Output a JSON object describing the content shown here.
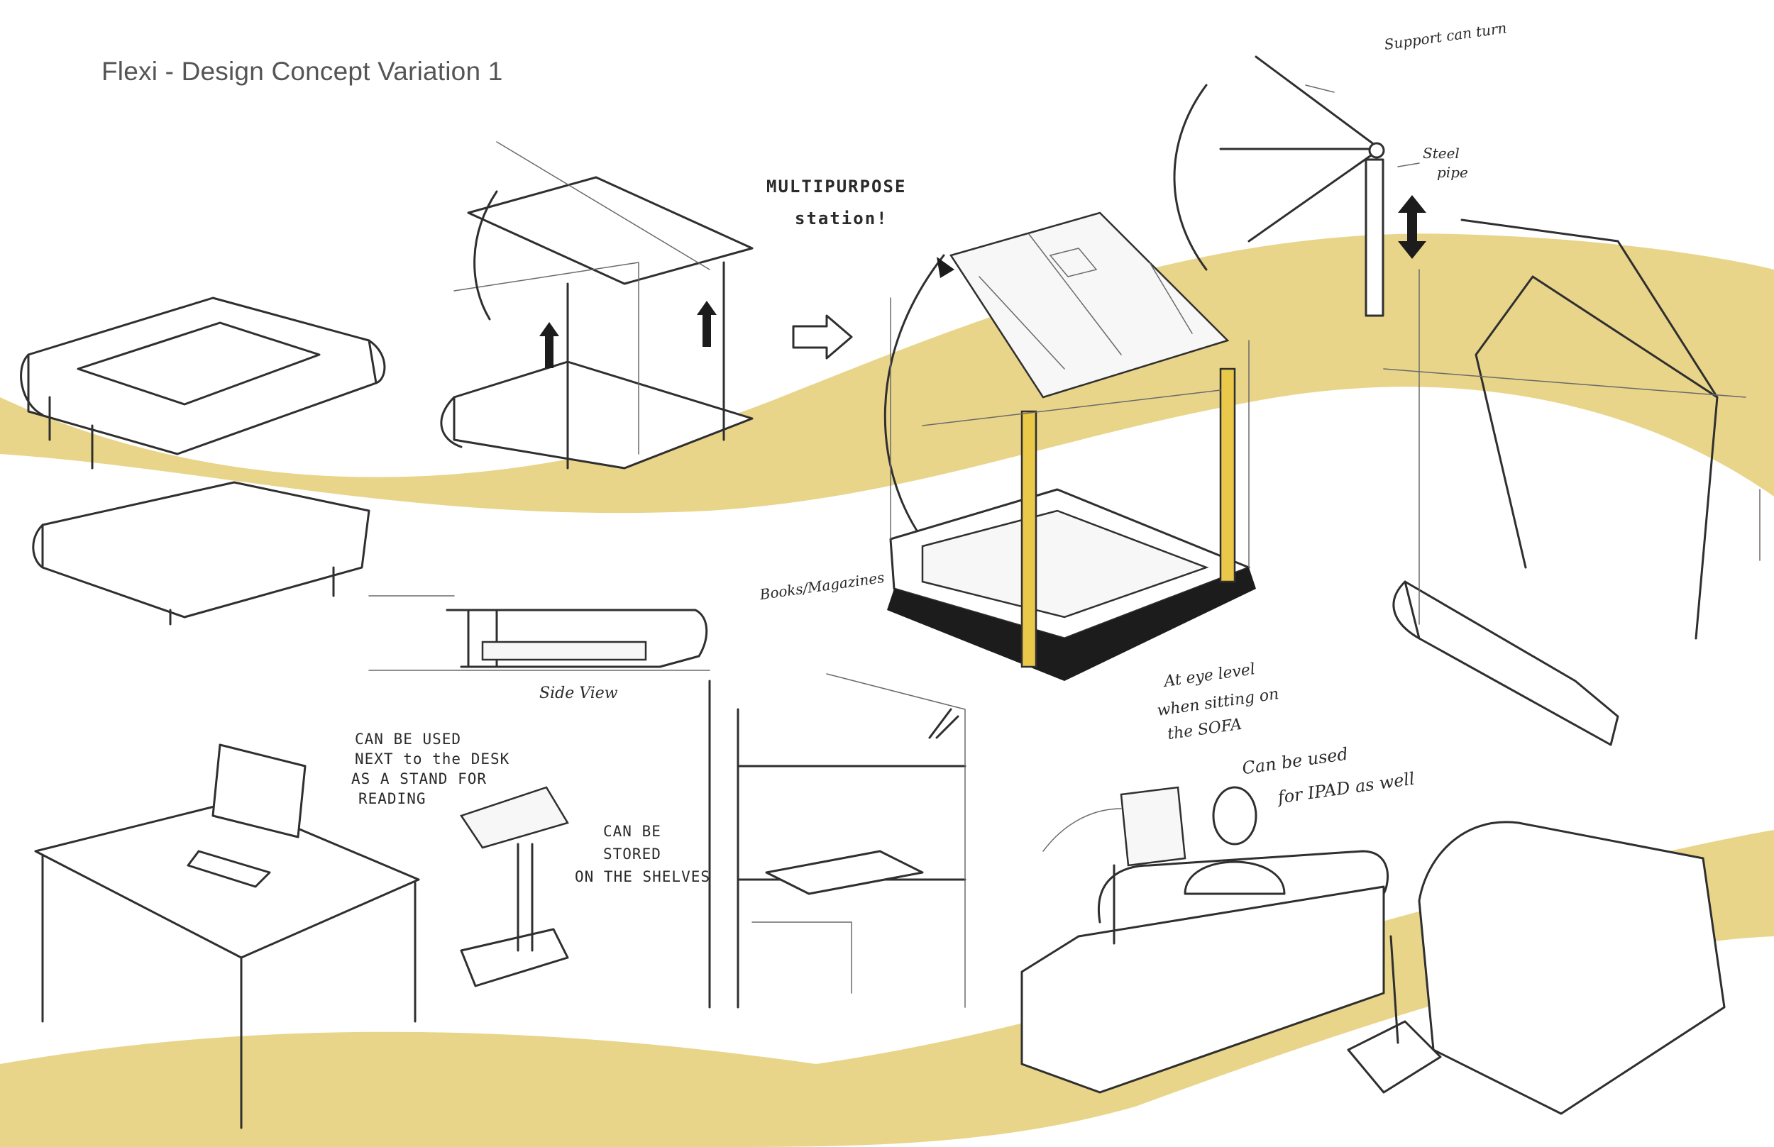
{
  "title": "Flexi - Design Concept Variation 1",
  "colors": {
    "accent_band": "#e8d58a",
    "ink": "#2f2f2f",
    "pole": "#e9c84a",
    "title_text": "#555555"
  },
  "annotations": {
    "multipurpose": "MULTIPURPOSE",
    "station": "station!",
    "support_can_turn": "Support can turn",
    "steel_pipe_1": "Steel",
    "steel_pipe_2": "pipe",
    "books_magazines": "Books/Magazines",
    "side_view": "Side View",
    "eye_level_1": "At eye level",
    "eye_level_2": "when sitting on",
    "eye_level_3": "the SOFA",
    "desk_1": "CAN BE USED",
    "desk_2": "NEXT to the DESK",
    "desk_3": "AS A STAND FOR",
    "desk_4": "READING",
    "shelves_1": "CAN BE",
    "shelves_2": "STORED",
    "shelves_3": "ON THE SHELVES",
    "ipad_1": "Can be used",
    "ipad_2": "for IPAD as well"
  }
}
